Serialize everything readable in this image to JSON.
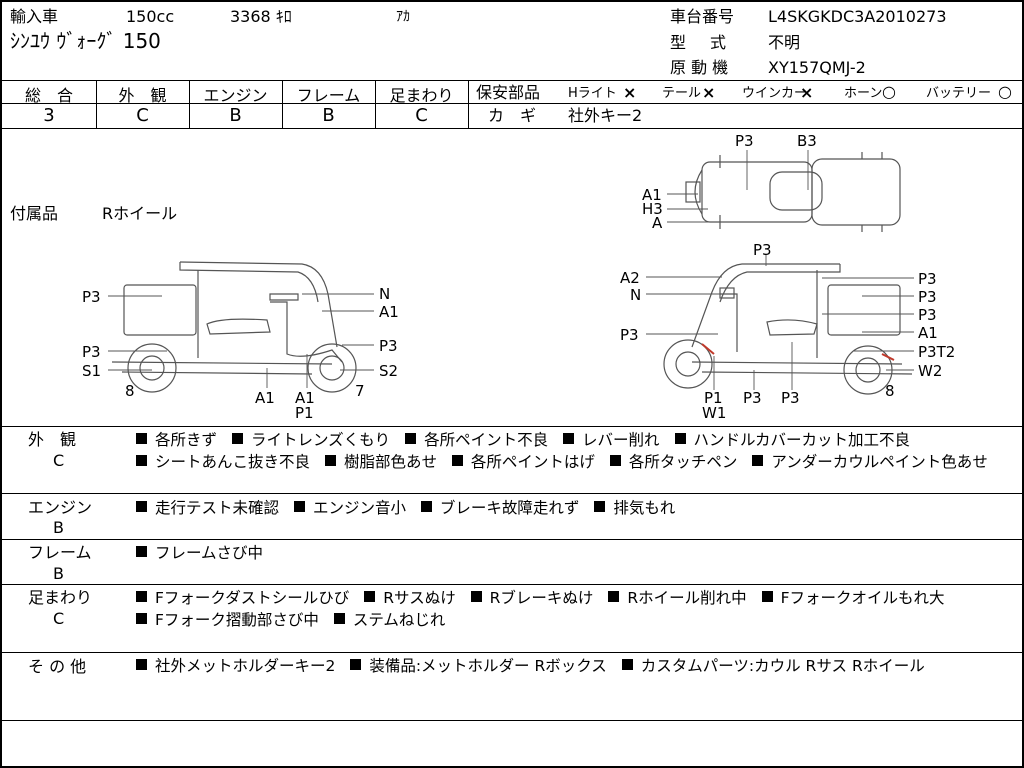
{
  "header": {
    "import_label": "輸入車",
    "displacement": "150cc",
    "mileage": "3368 ｷﾛ",
    "color": "ｱｶ",
    "model_name": "ｼﾝﾕｳ ｳﾞｫｰｸﾞ 150",
    "chassis_label": "車台番号",
    "chassis_value": "L4SKGKDC3A2010273",
    "type_label": "型　式",
    "type_value": "不明",
    "engine_label": "原 動 機",
    "engine_value": "XY157QMJ-2"
  },
  "scores": {
    "headers": [
      "総　合",
      "外　観",
      "エンジン",
      "フレーム",
      "足まわり"
    ],
    "values": [
      "3",
      "C",
      "B",
      "B",
      "C"
    ]
  },
  "safety": {
    "label": "保安部品",
    "items": [
      {
        "name": "Hライト",
        "mark": "×"
      },
      {
        "name": "テール",
        "mark": "×"
      },
      {
        "name": "ウインカー",
        "mark": "×"
      },
      {
        "name": "ホーン",
        "mark": "○"
      },
      {
        "name": "バッテリー",
        "mark": "○"
      }
    ],
    "key_label": "カ　ギ",
    "key_value": "社外キー2"
  },
  "accessories": {
    "label": "付属品",
    "value": "Rホイール"
  },
  "diagram_labels": {
    "left_side": [
      {
        "text": "P3",
        "id": "l-p3-box"
      },
      {
        "text": "N",
        "id": "l-n"
      },
      {
        "text": "A1",
        "id": "l-a1-top"
      },
      {
        "text": "P3",
        "id": "l-p3-rear"
      },
      {
        "text": "P3",
        "id": "l-p3-front"
      },
      {
        "text": "S1",
        "id": "l-s1"
      },
      {
        "text": "S2",
        "id": "l-s2"
      },
      {
        "text": "8",
        "id": "l-8"
      },
      {
        "text": "7",
        "id": "l-7"
      },
      {
        "text": "A1",
        "id": "l-a1-bottom"
      },
      {
        "text": "A1",
        "id": "l-a1-mid"
      },
      {
        "text": "P1",
        "id": "l-p1"
      }
    ],
    "top_view": [
      {
        "text": "P3",
        "id": "t-p3"
      },
      {
        "text": "B3",
        "id": "t-b3"
      },
      {
        "text": "A1",
        "id": "t-a1"
      },
      {
        "text": "H3",
        "id": "t-h3"
      },
      {
        "text": "A",
        "id": "t-a"
      }
    ],
    "right_side": [
      {
        "text": "P3",
        "id": "r-p3-roof"
      },
      {
        "text": "A2",
        "id": "r-a2"
      },
      {
        "text": "N",
        "id": "r-n"
      },
      {
        "text": "P3",
        "id": "r-p3-1"
      },
      {
        "text": "P3",
        "id": "r-p3-2"
      },
      {
        "text": "P3",
        "id": "r-p3-3"
      },
      {
        "text": "A1",
        "id": "r-a1"
      },
      {
        "text": "P3",
        "id": "r-p3-left"
      },
      {
        "text": "P3T2",
        "id": "r-p3t2"
      },
      {
        "text": "W2",
        "id": "r-w2"
      },
      {
        "text": "8",
        "id": "r-8"
      },
      {
        "text": "P1",
        "id": "r-p1"
      },
      {
        "text": "W1",
        "id": "r-w1"
      },
      {
        "text": "P3",
        "id": "r-p3-b1"
      },
      {
        "text": "P3",
        "id": "r-p3-b2"
      }
    ]
  },
  "details": [
    {
      "category": "外　観",
      "grade": "C",
      "items": [
        "各所きず",
        "ライトレンズくもり",
        "各所ペイント不良",
        "レバー削れ",
        "ハンドルカバーカット加工不良",
        "シートあんこ抜き不良",
        "樹脂部色あせ",
        "各所ペイントはげ",
        "各所タッチペン",
        "アンダーカウルペイント色あせ"
      ]
    },
    {
      "category": "エンジン",
      "grade": "B",
      "items": [
        "走行テスト未確認",
        "エンジン音小",
        "ブレーキ故障走れず",
        "排気もれ"
      ]
    },
    {
      "category": "フレーム",
      "grade": "B",
      "items": [
        "フレームさび中"
      ]
    },
    {
      "category": "足まわり",
      "grade": "C",
      "items": [
        "Fフォークダストシールひび",
        "Rサスぬけ",
        "Rブレーキぬけ",
        "Rホイール削れ中",
        "Fフォークオイルもれ大",
        "Fフォーク摺動部さび中",
        "ステムねじれ"
      ]
    },
    {
      "category": "そ の 他",
      "grade": "",
      "items": [
        "社外メットホルダーキー2",
        "装備品:メットホルダー Rボックス",
        "カスタムパーツ:カウル Rサス Rホイール"
      ]
    }
  ]
}
